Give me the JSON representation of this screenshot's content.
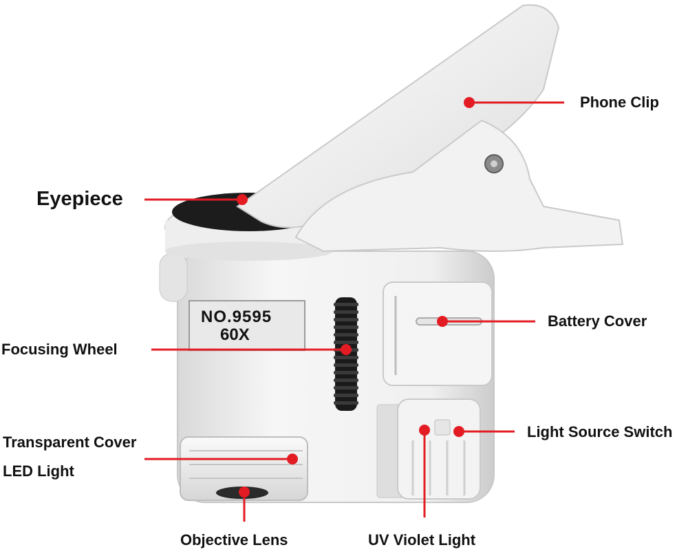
{
  "figure": {
    "labels": {
      "phone_clip": "Phone Clip",
      "eyepiece": "Eyepiece",
      "battery_cover": "Battery Cover",
      "focusing_wheel": "Focusing Wheel",
      "light_source_switch": "Light Source Switch",
      "transparent_cover": "Transparent Cover",
      "led_light": "LED Light",
      "objective_lens": "Objective Lens",
      "uv_violet_light": "UV Violet Light"
    },
    "badge": {
      "model": "NO.9595",
      "magnification": "60X"
    },
    "colors": {
      "callout": "#e31b23",
      "body_white": "#f2f2f2",
      "body_shadow": "#cfcfcf",
      "rubber_black": "#1a1a1a"
    }
  }
}
